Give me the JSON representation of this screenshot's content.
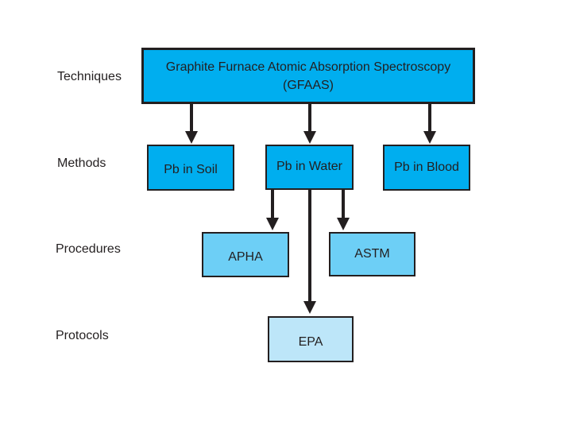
{
  "levels": {
    "techniques": "Techniques",
    "methods": "Methods",
    "procedures": "Procedures",
    "protocols": "Protocols"
  },
  "technique": {
    "line1": "Graphite Furnace Atomic Absorption Spectroscopy",
    "line2": "(GFAAS)"
  },
  "methods": {
    "soil": "Pb in Soil",
    "water": "Pb in Water",
    "blood": "Pb in Blood"
  },
  "procedures": {
    "apha": "APHA",
    "astm": "ASTM"
  },
  "protocols": {
    "epa": "EPA"
  },
  "colors": {
    "technique_fill": "#00aeef",
    "method_fill": "#00aeef",
    "procedure_fill": "#6dcff6",
    "protocol_fill": "#bde6f9",
    "stroke": "#231f20"
  }
}
